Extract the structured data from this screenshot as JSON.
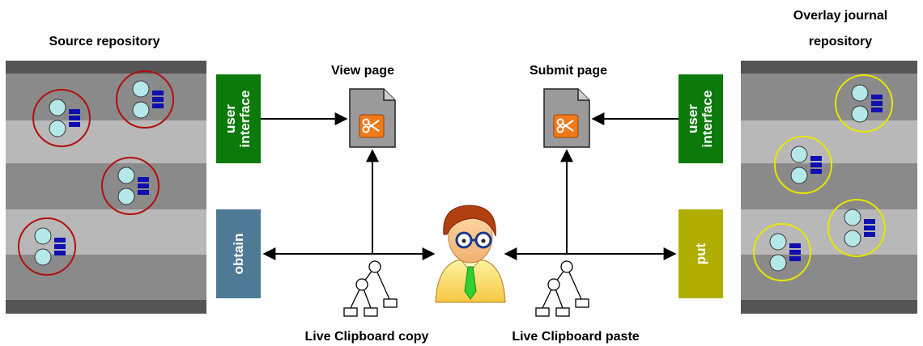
{
  "labels": {
    "source_repo": "Source repository",
    "overlay_repo_line1": "Overlay journal",
    "overlay_repo_line2": "repository",
    "view_page": "View page",
    "submit_page": "Submit page",
    "clipboard_copy": "Live Clipboard copy",
    "clipboard_paste": "Live Clipboard paste"
  },
  "boxes": {
    "ui_left_line1": "user",
    "ui_left_line2": "interface",
    "ui_right_line1": "user",
    "ui_right_line2": "interface",
    "obtain": "obtain",
    "put": "put"
  },
  "colors": {
    "ui_box": "#0b7a0b",
    "obtain_box": "#4f7a96",
    "put_box": "#b0ae00",
    "source_ring": "#b01010",
    "overlay_ring": "#e6e600",
    "page_icon": "#f07a1a",
    "module": "#1010b0",
    "node_fill": "#b5e8e8",
    "band_dark": "#8a8a8a",
    "band_light": "#b8b8b8",
    "band_edge": "#555555"
  },
  "icons": [
    "page-icon",
    "scissors-icon",
    "user-avatar-icon",
    "tree-icon"
  ]
}
